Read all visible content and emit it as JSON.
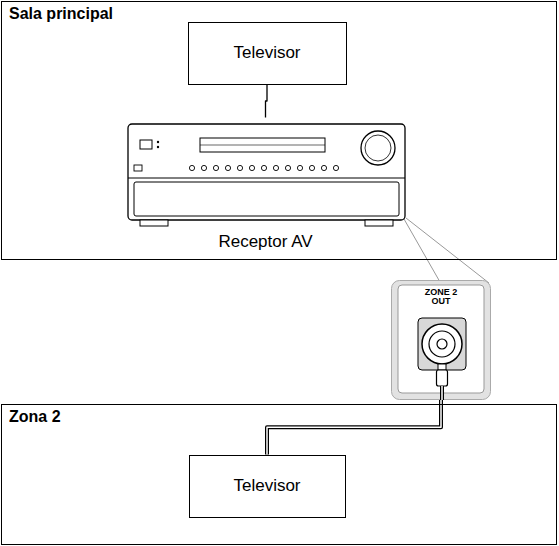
{
  "diagram": {
    "nodes": [
      {
        "text": [
          "Sala principal"
        ]
      },
      {
        "text": [
          "Televisor"
        ],
        "in": 0
      },
      {
        "text": [
          "Receptor AV"
        ],
        "in": 0
      },
      {
        "text": [
          "ZONE 2 OUT"
        ]
      },
      {
        "text": [
          "Zona 2"
        ]
      },
      {
        "text": [
          "Televisor"
        ],
        "in": 4
      }
    ],
    "edges": [
      {
        "from": 1,
        "to": 2,
        "arrow": "none"
      },
      {
        "from": 3,
        "to": 5,
        "arrow": "none"
      }
    ]
  }
}
